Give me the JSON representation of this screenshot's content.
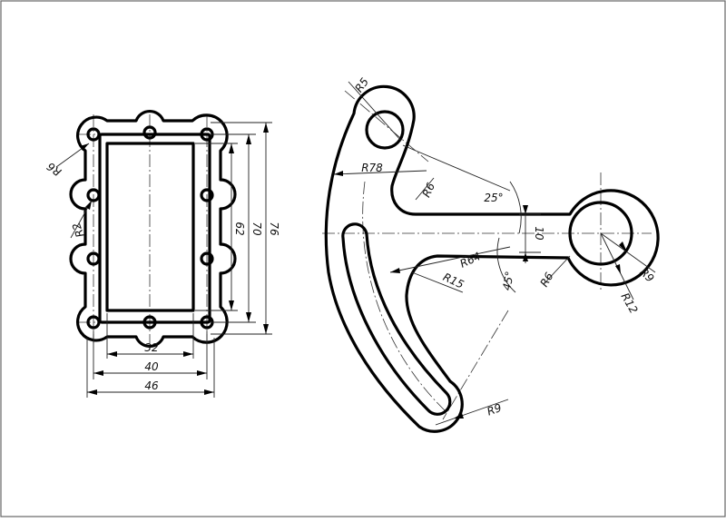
{
  "left_part": {
    "dims": {
      "r6": "R6",
      "r2": "R2",
      "w32": "32",
      "w40": "40",
      "w46": "46",
      "h62": "62",
      "h70": "70",
      "h76": "76"
    }
  },
  "right_part": {
    "dims": {
      "r5": "R5",
      "r78": "R78",
      "r6_upper": "R6",
      "a25": "25°",
      "d10": "10",
      "r64": "R64",
      "r15": "R15",
      "a45": "45°",
      "r6_lower": "R6",
      "r9_hub": "R9",
      "r12": "R12",
      "r9_tip": "R9"
    }
  }
}
